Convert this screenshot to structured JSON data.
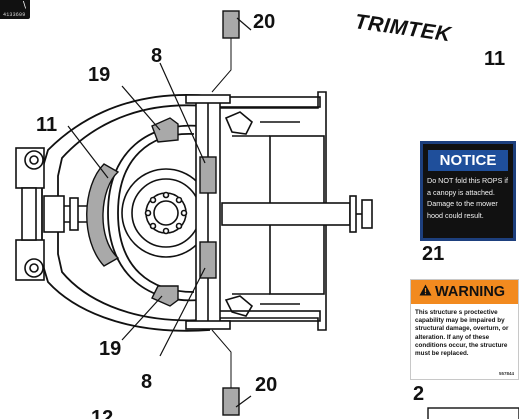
{
  "brand_logo": "TRIMTEK",
  "top_left_decal": {
    "code": "4133609"
  },
  "callouts": {
    "c20_top": "20",
    "c11_right": "11",
    "c19_top": "19",
    "c8_top": "8",
    "c11_left": "11",
    "c21": "21",
    "c19_bottom": "19",
    "c8_bottom": "8",
    "c20_bottom": "20",
    "c2": "2",
    "c12": "12"
  },
  "notice": {
    "title": "NOTICE",
    "text": "Do NOT fold this ROPS if a canopy is attached. Damage to the mower hood could result."
  },
  "warning": {
    "title": "WARNING",
    "text": "This structure s proctective capability may be impaired by structural damage, overturn, or alteration. If any of these conditions occur, the structure must be replaced.",
    "code": "557844"
  },
  "colors": {
    "decal_fill": "#a9a9a9",
    "notice_blue": "#1f4f9b",
    "warning_orange": "#f28a1f",
    "line": "#111111"
  }
}
